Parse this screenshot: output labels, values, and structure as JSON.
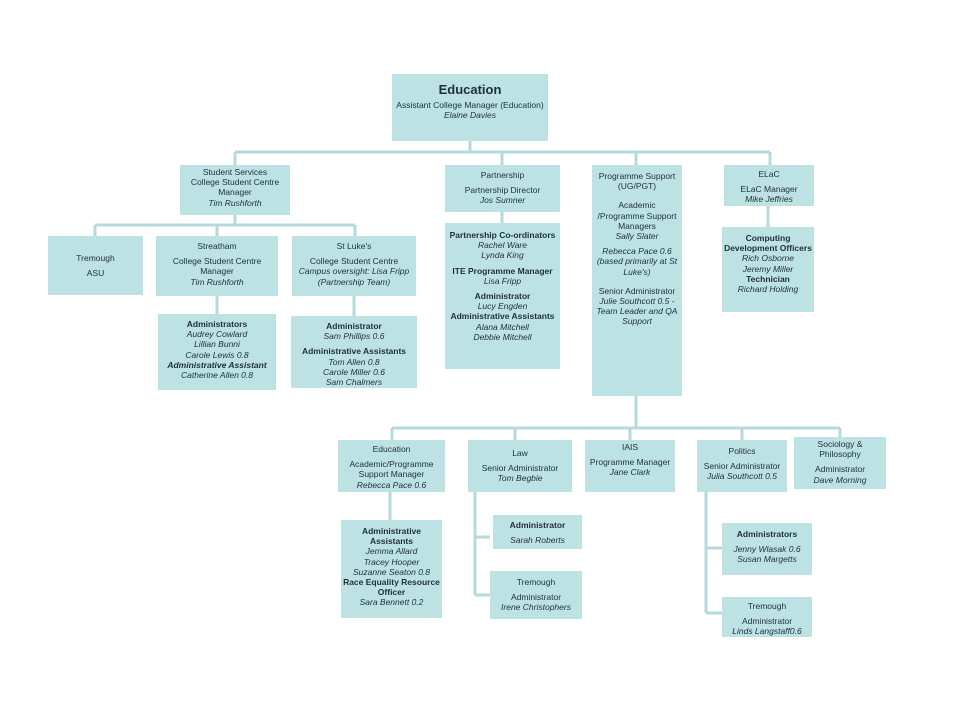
{
  "top": {
    "title": "Education",
    "role": "Assistant College Manager (Education)",
    "name": "Elaine Davies"
  },
  "student_services": {
    "head": "Student  Services",
    "role": "College Student Centre Manager",
    "name": "Tim Rushforth"
  },
  "tremough": {
    "title": "Tremough",
    "sub": "ASU"
  },
  "streatham": {
    "title": "Streatham",
    "role": "College Student Centre  Manager",
    "name": "Tim Rushforth"
  },
  "st_lukes": {
    "title": "St Luke's",
    "role": "College Student Centre",
    "note1": "Campus oversight: Lisa Fripp",
    "note2": "(Partnership Team)"
  },
  "streatham_admins": {
    "role1": "Administrators",
    "name1": "Audrey Cowlard",
    "name2": "Lillian Bunni",
    "name3": "Carole Lewis 0.8",
    "role2": "Administrative Assistant",
    "name4": "Catherine Allen 0.8"
  },
  "st_lukes_admins": {
    "role1": "Administrator",
    "name1": "Sam Phillips 0.6",
    "role2": "Administrative Assistants",
    "name2": "Tom Allen  0.8",
    "name3": "Carole Miller  0.6",
    "name4": "Sam Chalmers"
  },
  "partnership": {
    "head": "Partnership",
    "role": "Partnership Director",
    "name": "Jos Sumner"
  },
  "partnership_team": {
    "role1": "Partnership Co-ordinators",
    "name1": "Rachel Ware",
    "name2": "Lynda King",
    "role2": "ITE Programme Manager",
    "name3": "Lisa Fripp",
    "role3": "Administrator",
    "name4": "Lucy Engden",
    "role4": "Administrative Assistants",
    "name5": "Alana Mitchell",
    "name6": "Debbie Mitchell"
  },
  "programme_support": {
    "head": "Programme Support (UG/PGT)",
    "role1": "Academic /Programme Support Managers",
    "name1": "Sally Slater",
    "name2": "Rebecca Pace 0.6 (based primarily at St Luke's)",
    "role2": "Senior Administrator",
    "name3": "Julie Southcott  0.5 - Team Leader and QA Support"
  },
  "elac": {
    "head": "ELaC",
    "role": "ELaC Manager",
    "name": "Mike Jeffries"
  },
  "computing": {
    "role1": "Computing Development Officers",
    "name1": "Rich Osborne",
    "name2": "Jeremy Miller",
    "role2": "Technician",
    "name3": "Richard Holding"
  },
  "edu_dept": {
    "head": "Education",
    "role": "Academic/Programme Support Manager",
    "name": "Rebecca Pace 0.6"
  },
  "edu_admin": {
    "role1": "Administrative Assistants",
    "name1": "Jemma Allard",
    "name2": "Tracey Hooper",
    "name3": "Suzanne Seaton 0.8",
    "role2": "Race Equality Resource Officer",
    "name4": "Sara Bennett  0.2"
  },
  "law": {
    "head": "Law",
    "role": "Senior Administrator",
    "name": "Tom Begbie"
  },
  "law_admin": {
    "role": "Administrator",
    "name": "Sarah Roberts"
  },
  "law_tremough": {
    "head": "Tremough",
    "role": "Administrator",
    "name": "Irene Christophers"
  },
  "iais": {
    "head": "IAIS",
    "role": "Programme Manager",
    "name": "Jane Clark"
  },
  "politics": {
    "head": "Politics",
    "role": "Senior Administrator",
    "name": "Julia Southcott 0.5"
  },
  "politics_admins": {
    "role": "Administrators",
    "name1": "Jenny Wlasak  0.6",
    "name2": "Susan Margetts"
  },
  "politics_tremough": {
    "head": "Tremough",
    "role": "Administrator",
    "name": "Linds Langstaff0.6"
  },
  "sociology": {
    "head": "Sociology & Philosophy",
    "role": "Administrator",
    "name": "Dave Morning"
  },
  "colors": {
    "box": "#bde2e4",
    "connector": "#b5dadc",
    "text": "#1f2f3a"
  }
}
